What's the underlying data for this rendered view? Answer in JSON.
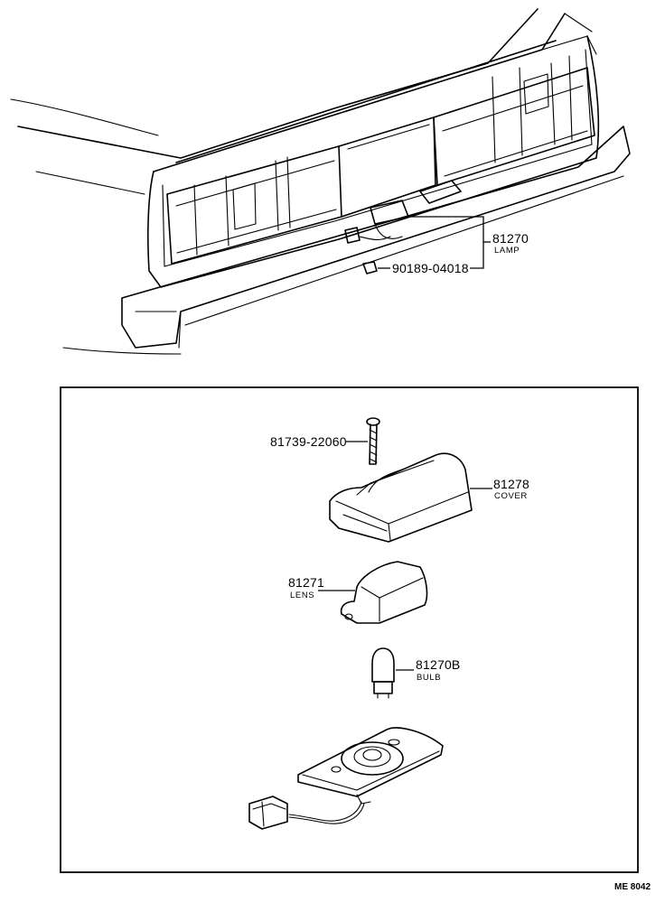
{
  "diagram": {
    "callouts": {
      "lamp": {
        "number": "81270",
        "name": "LAMP"
      },
      "clip": {
        "number": "90189-04018"
      },
      "screw": {
        "number": "81739-22060"
      },
      "cover": {
        "number": "81278",
        "name": "COVER"
      },
      "lens": {
        "number": "81271",
        "name": "LENS"
      },
      "bulb": {
        "number": "81270B",
        "name": "BULB"
      }
    },
    "reference": "ME 8042"
  }
}
